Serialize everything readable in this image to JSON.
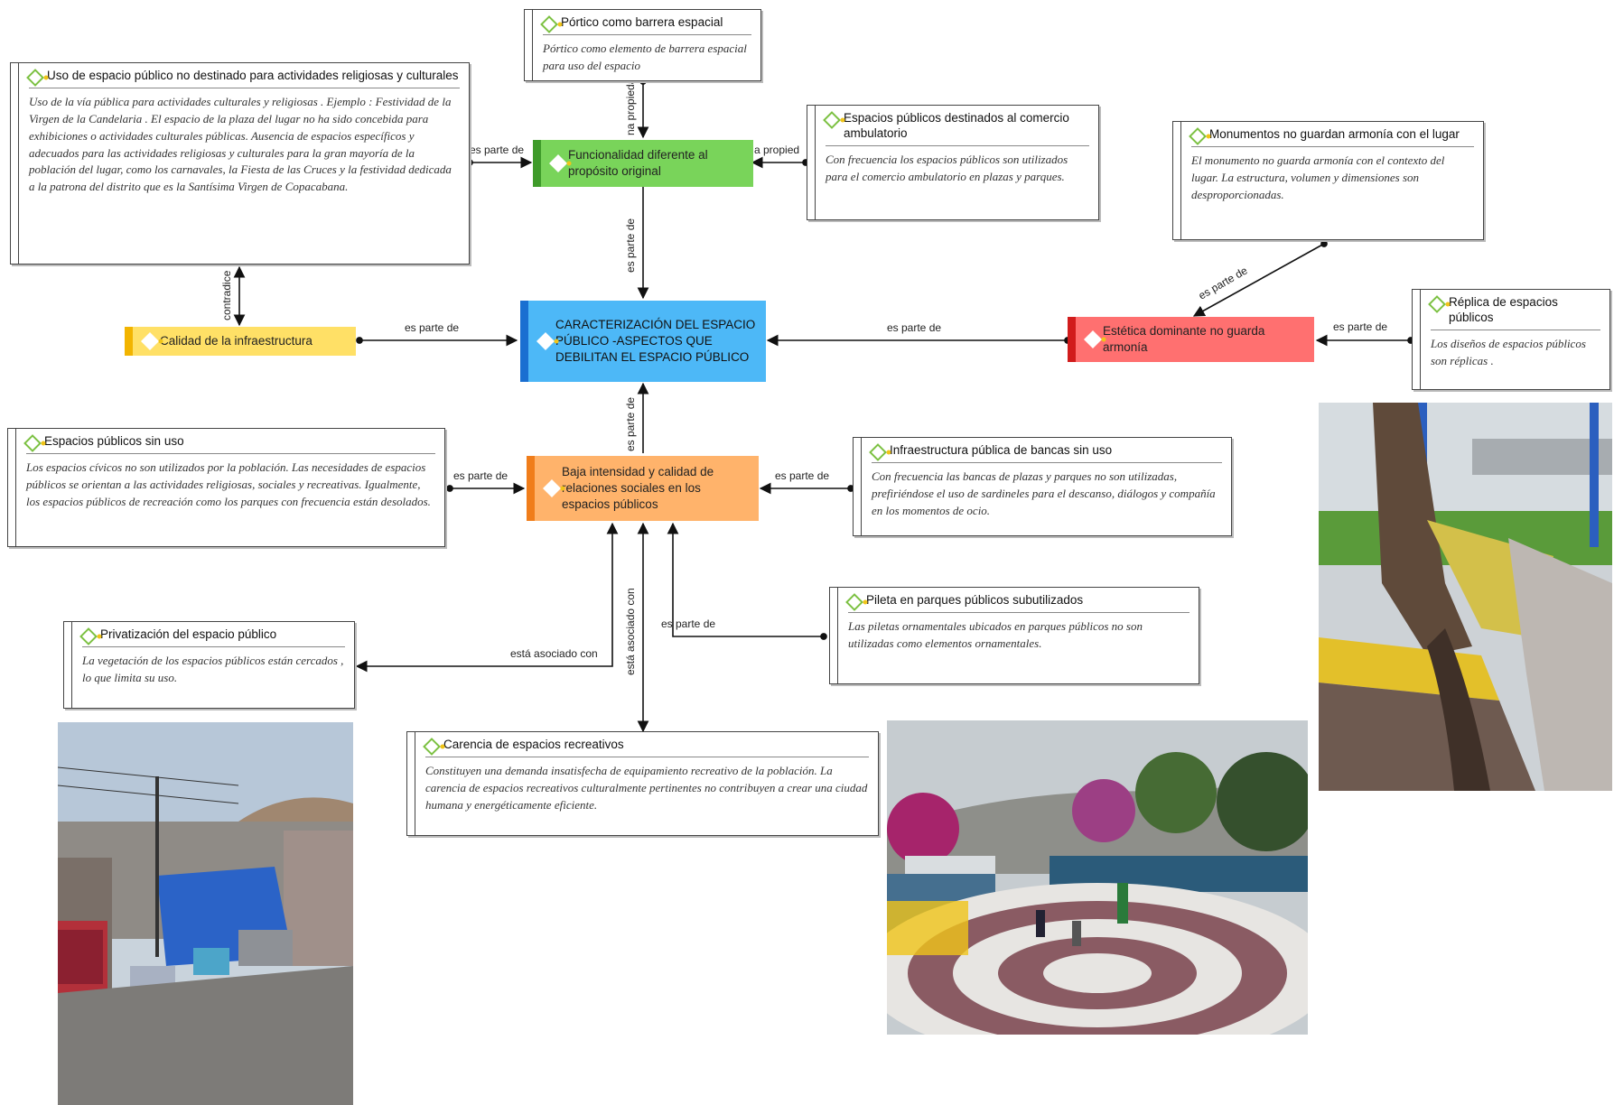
{
  "colors": {
    "central": "#4db8f7",
    "green": "#79d45a",
    "yellow": "#ffe066",
    "orange": "#ffb36b",
    "red": "#ff7070"
  },
  "nodes": {
    "central": "CARACTERIZACIÓN DEL ESPACIO PÚBLICO -ASPECTOS QUE DEBILITAN EL ESPACIO PÚBLICO",
    "funcionalidad": "Funcionalidad diferente al propósito original",
    "calidad": "Calidad de la infraestructura",
    "baja": "Baja intensidad y calidad de relaciones sociales en los espacios públicos",
    "estetica": "Estética dominante no guarda armonía"
  },
  "memos": {
    "portico": {
      "title": "Pórtico como barrera espacial",
      "text": "Pórtico como elemento de barrera espacial para uso del espacio"
    },
    "uso": {
      "title": "Uso de espacio público no destinado  para actividades religiosas  y culturales",
      "text": "Uso de la vía pública para actividades culturales y religiosas . Ejemplo : Festividad de la Virgen de la Candelaria . El espacio de la plaza del lugar no ha sido concebida para exhibiciones o actividades culturales públicas. Ausencia de espacios específicos y adecuados para las actividades religiosas y culturales para la gran mayoría de la población del lugar, como los  carnavales, la Fiesta de las Cruces y la festividad dedicada a la patrona del distrito que es la Santísima Virgen de Copacabana."
    },
    "comercio": {
      "title": "Espacios públicos destinados al comercio ambulatorio",
      "text": "Con frecuencia los espacios públicos son utilizados para el comercio ambulatorio en plazas y parques."
    },
    "monumentos": {
      "title": "Monumentos no guardan armonía con el lugar",
      "text": "El monumento no guarda armonía con el contexto del lugar.  La estructura, volumen y dimensiones  son desproporcionadas."
    },
    "replica": {
      "title": "Réplica de espacios públicos",
      "text": "Los diseños de espacios públicos son réplicas ."
    },
    "sinuso": {
      "title": "Espacios públicos sin uso",
      "text": "Los espacios cívicos no son utilizados por la población. Las necesidades de espacios públicos se orientan a las actividades religiosas, sociales y recreativas. Igualmente, los espacios públicos de recreación como los parques con frecuencia están desolados."
    },
    "bancas": {
      "title": "Infraestructura pública de bancas sin uso",
      "text": "Con frecuencia las bancas de plazas y parques no son utilizadas, prefiriéndose  el uso de sardineles para el descanso, diálogos y compañía en los momentos de ocio."
    },
    "pileta": {
      "title": "Pileta en parques públicos subutilizados",
      "text": "Las piletas ornamentales ubicados en parques públicos no son utilizadas como elementos ornamentales."
    },
    "privatizacion": {
      "title": "Privatización del espacio público",
      "text": "La vegetación de los espacios públicos  están cercados , lo que limita su uso."
    },
    "carencia": {
      "title": "Carencia de espacios recreativos",
      "text": "Constituyen una demanda insatisfecha de equipamiento recreativo de la población. La  carencia de espacios recreativos culturalmente pertinentes no contribuyen a crear una ciudad humana y energéticamente eficiente."
    }
  },
  "relations": {
    "es_parte_de": "es parte de",
    "es_propiedad_de_cut": "na propieda",
    "es_propiedad_de_cut2": "a propied",
    "contradice": "contradice",
    "esta_asociado_con": "está asociado con"
  }
}
